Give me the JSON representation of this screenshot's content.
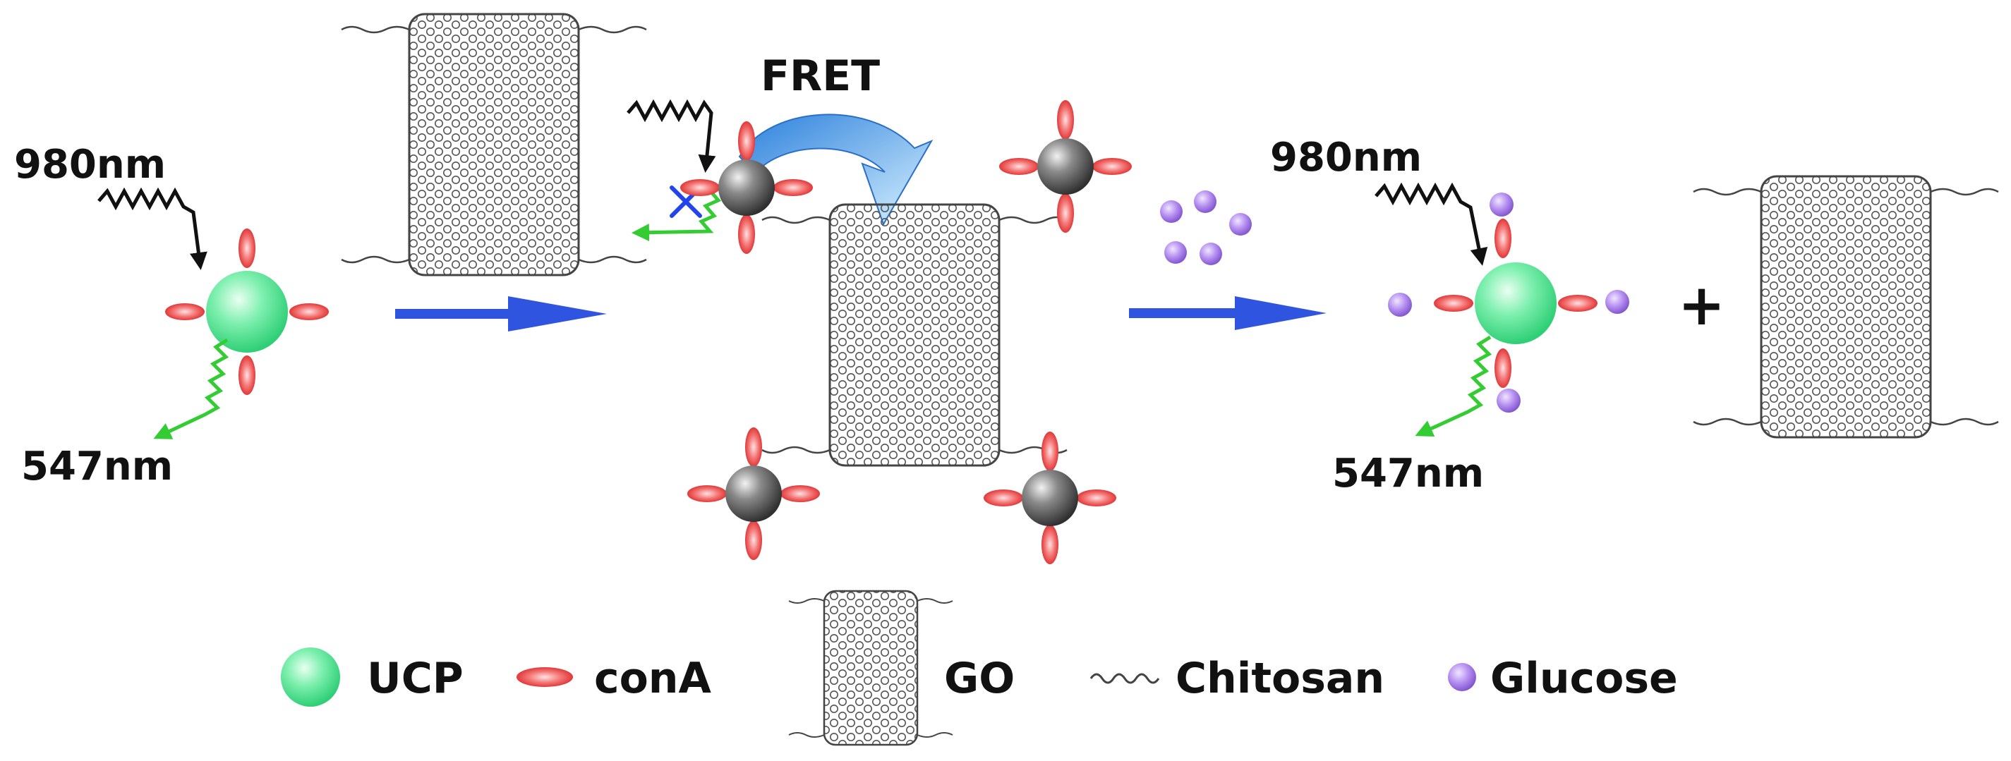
{
  "labels": {
    "excitation_left": "980nm",
    "emission_left": "547nm",
    "fret": "FRET",
    "excitation_right": "980nm",
    "emission_right": "547nm",
    "plus": "+"
  },
  "legend": {
    "ucp": "UCP",
    "cona": "conA",
    "go": "GO",
    "chitosan": "Chitosan",
    "glucose": "Glucose"
  },
  "colors": {
    "ucp": "#5ee69a",
    "cona": "#f06060",
    "glucose": "#a77ce0",
    "quenched": "#6a6a6a",
    "arrow": "#2f55e0",
    "fret_arrow": "#4f9ee8",
    "emission": "#33cc33",
    "excitation": "#111111",
    "block": "#2244ee",
    "go_ring": "#555555"
  },
  "icons": {
    "process_arrow": "process-arrow-icon",
    "fret_arrow": "fret-curved-arrow-icon",
    "blocked": "blocked-emission-x-icon",
    "sheet": "graphene-oxide-sheet-icon"
  }
}
